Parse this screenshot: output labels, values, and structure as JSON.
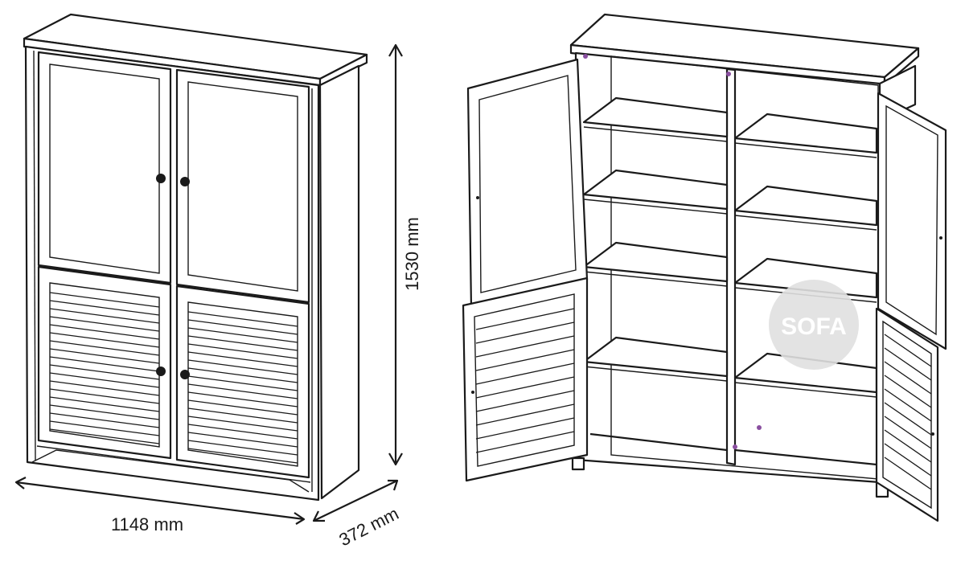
{
  "dimensions": {
    "width": "1148 mm",
    "height": "1530 mm",
    "depth": "372 mm"
  },
  "watermark": {
    "text": "SOFA",
    "circle_color": "#e0e0e0"
  },
  "colors": {
    "line": "#1a1a1a",
    "background": "#ffffff"
  }
}
